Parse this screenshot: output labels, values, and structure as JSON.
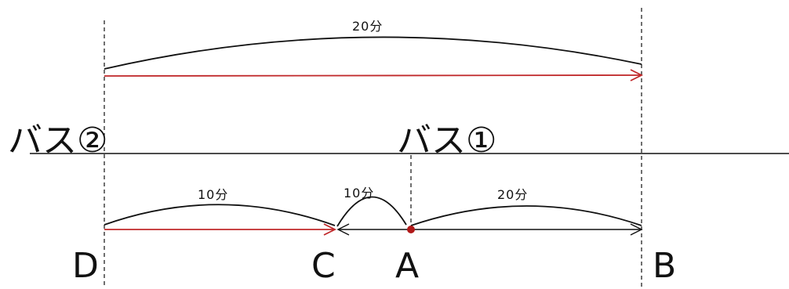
{
  "points": {
    "d": "D",
    "c": "C",
    "a": "A",
    "b": "B"
  },
  "buses": {
    "bus1": "バス①",
    "bus2": "バス②"
  },
  "durations": {
    "top_db": "20分",
    "dc": "10分",
    "ca": "10分",
    "ab": "20分"
  },
  "colors": {
    "red_arrow": "#c0282a",
    "point_a_dot": "#b01818",
    "line": "#111111"
  }
}
